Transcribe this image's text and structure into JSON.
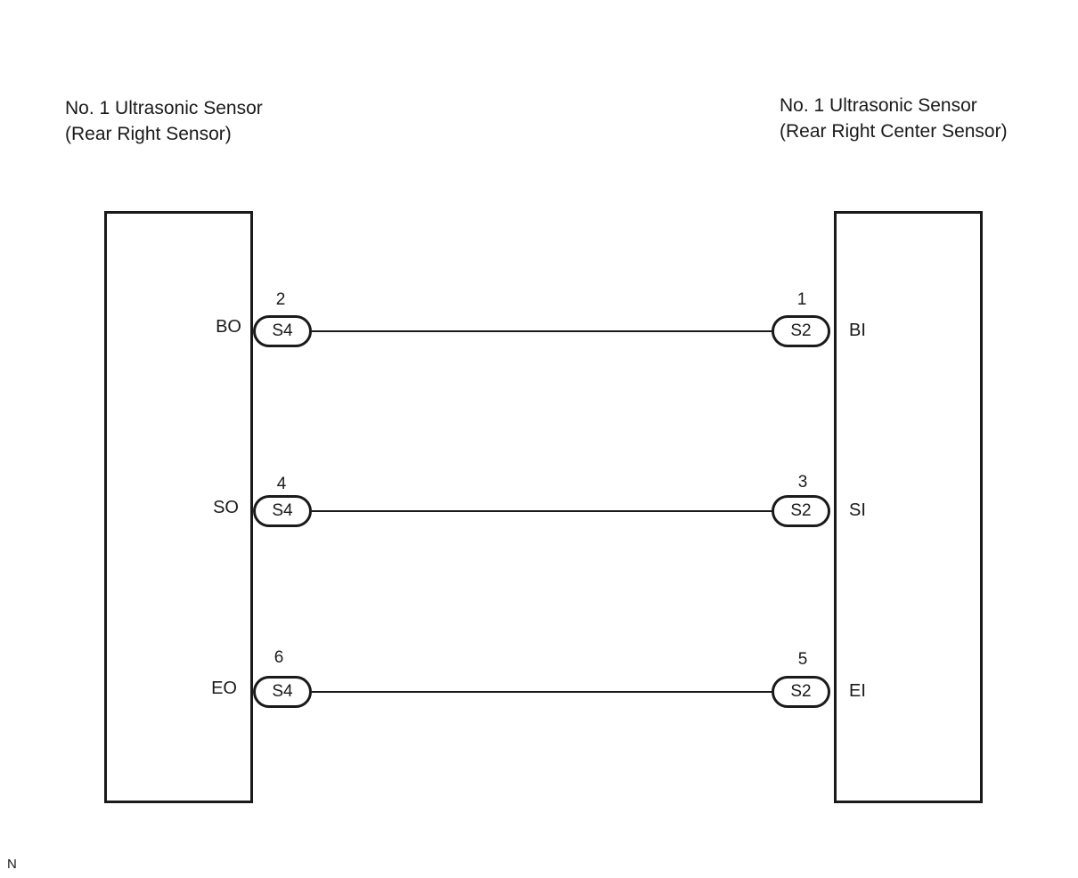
{
  "diagram": {
    "left_component": {
      "title_line1": "No. 1 Ultrasonic Sensor",
      "title_line2": "(Rear Right Sensor)",
      "connector": "S4",
      "pins": [
        {
          "number": "2",
          "name": "BO"
        },
        {
          "number": "4",
          "name": "SO"
        },
        {
          "number": "6",
          "name": "EO"
        }
      ]
    },
    "right_component": {
      "title_line1": "No. 1 Ultrasonic Sensor",
      "title_line2": "(Rear Right Center Sensor)",
      "connector": "S2",
      "pins": [
        {
          "number": "1",
          "name": "BI"
        },
        {
          "number": "3",
          "name": "SI"
        },
        {
          "number": "5",
          "name": "EI"
        }
      ]
    },
    "wires": [
      {
        "from_pin": "2",
        "to_pin": "1"
      },
      {
        "from_pin": "4",
        "to_pin": "3"
      },
      {
        "from_pin": "6",
        "to_pin": "5"
      }
    ],
    "footer_code": "N"
  }
}
